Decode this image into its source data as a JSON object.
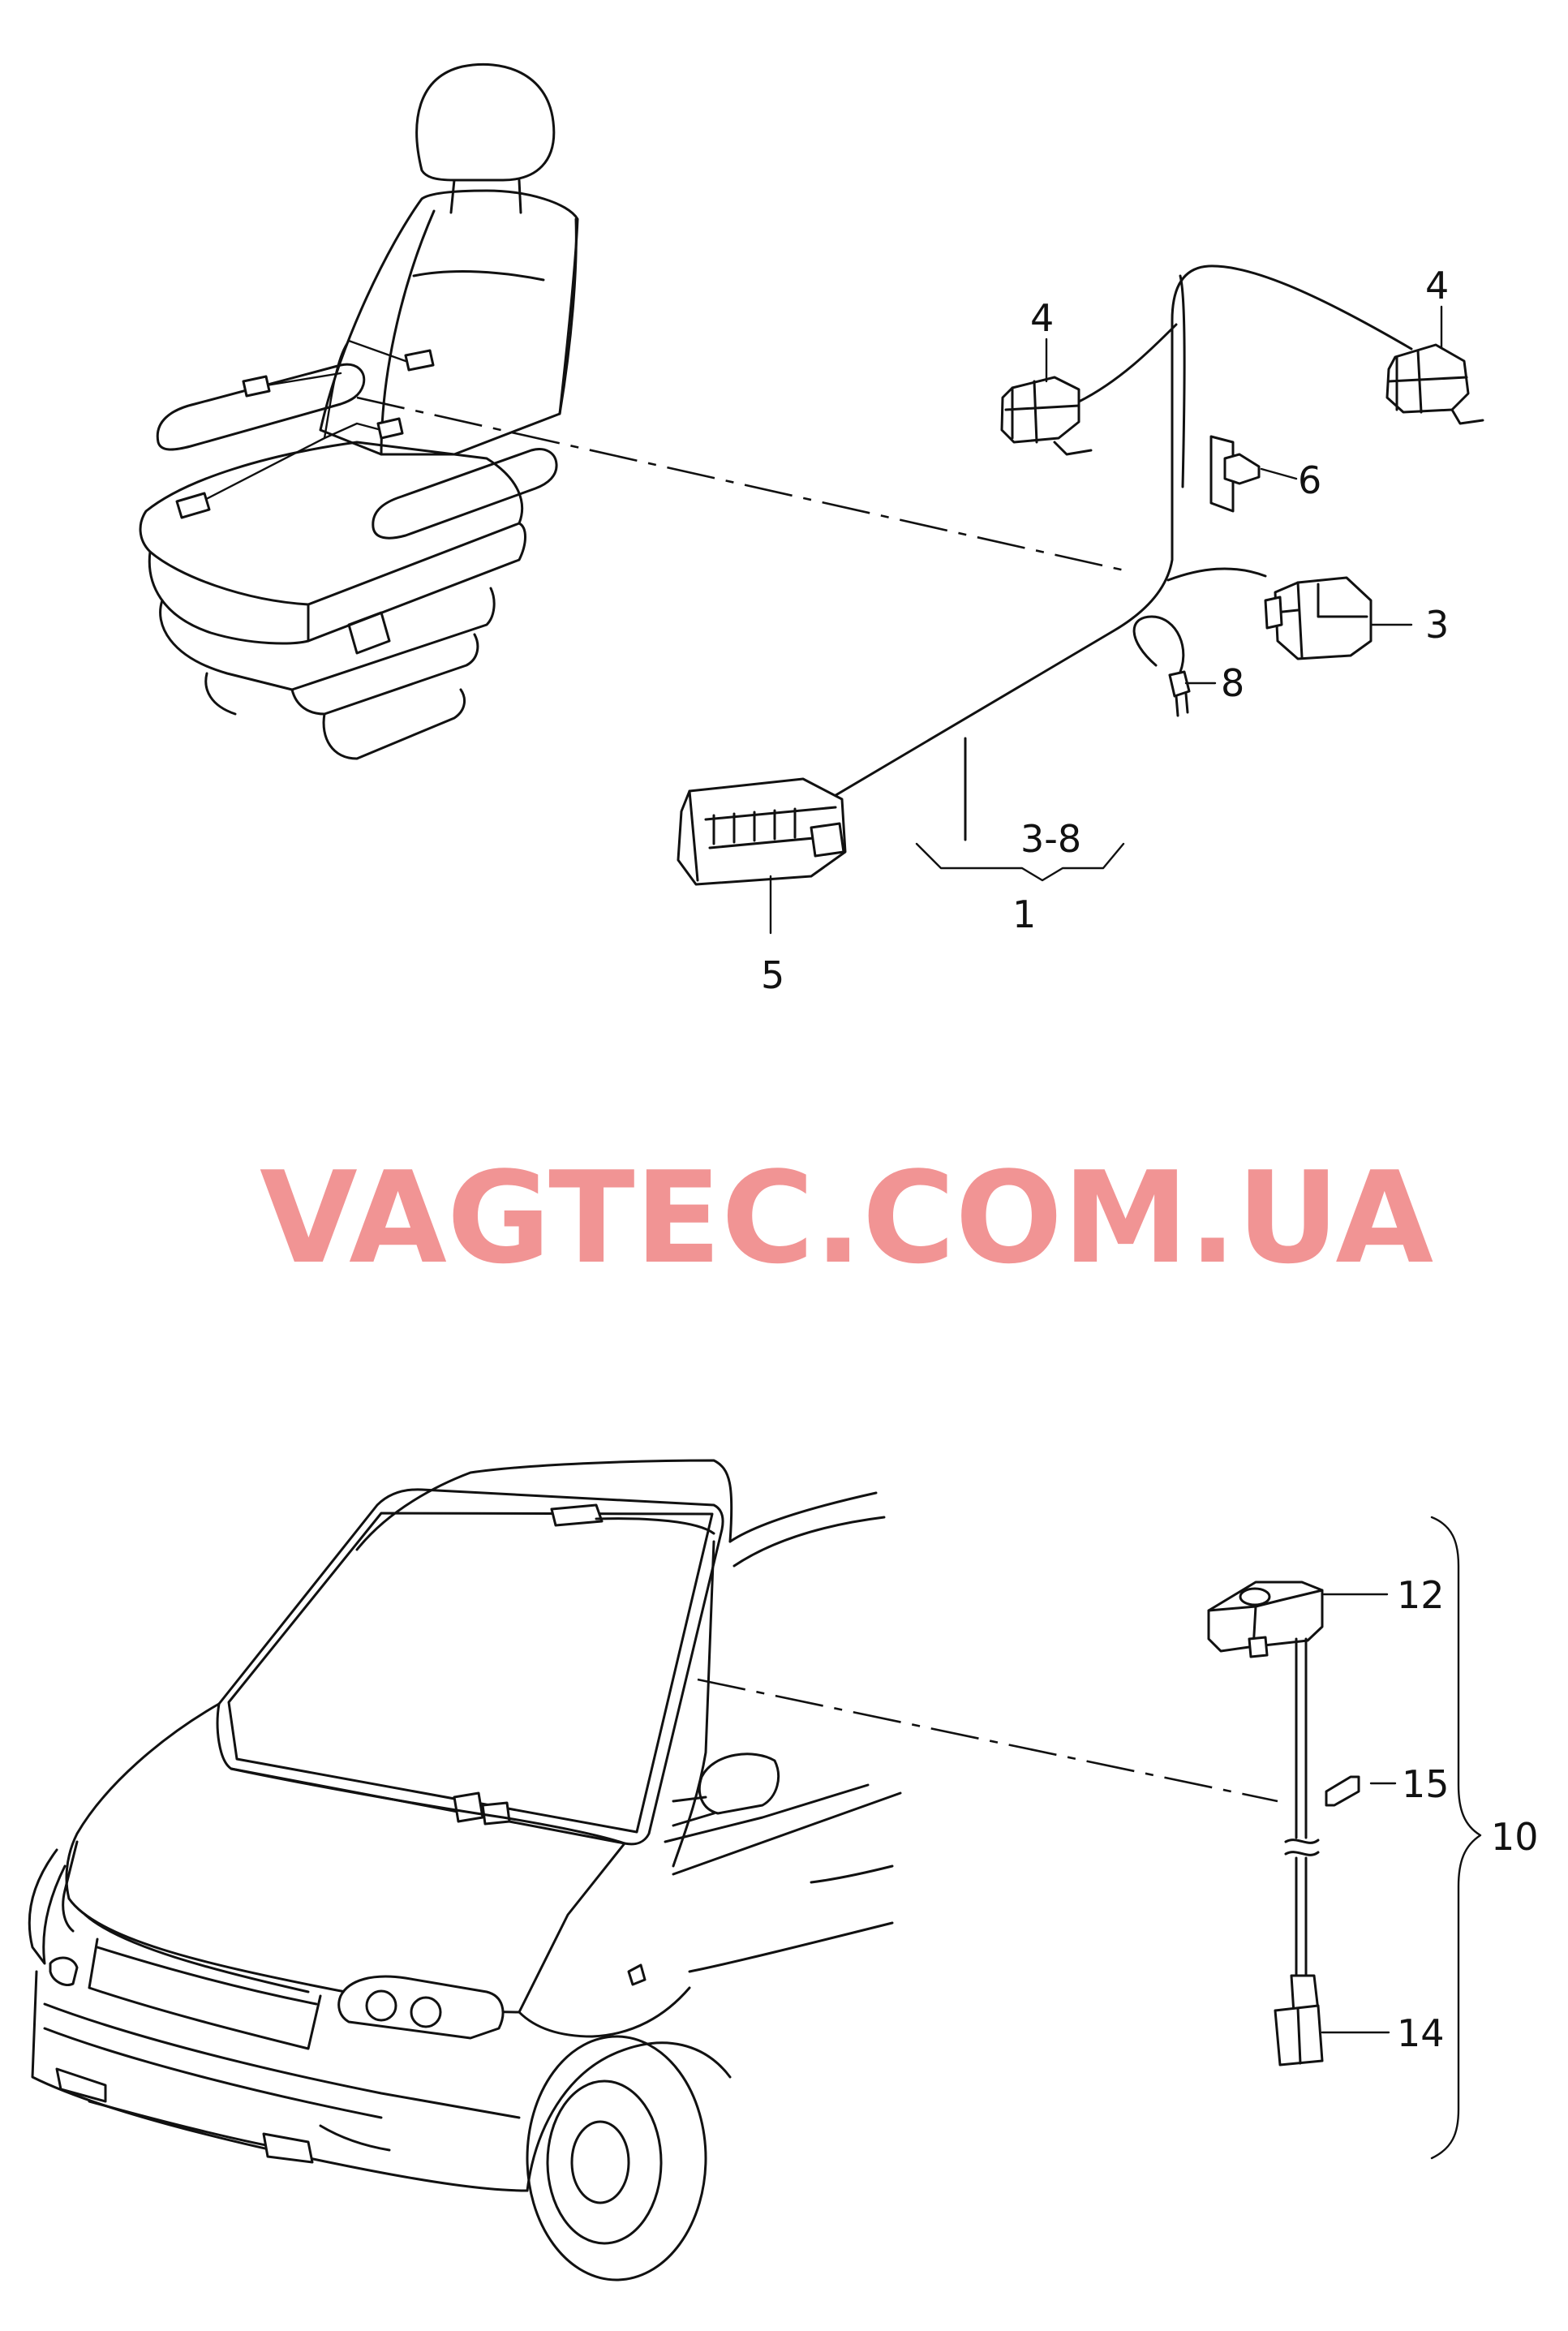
{
  "watermark": "VAGTEC.COM.UA",
  "colors": {
    "line": "#111111",
    "watermark": "#f08b8b",
    "background": "#ffffff"
  },
  "upper_group": {
    "callouts": [
      "4",
      "4",
      "6",
      "3",
      "8",
      "3-8",
      "1",
      "5"
    ]
  },
  "lower_group": {
    "callouts": [
      "12",
      "15",
      "10",
      "14"
    ]
  }
}
